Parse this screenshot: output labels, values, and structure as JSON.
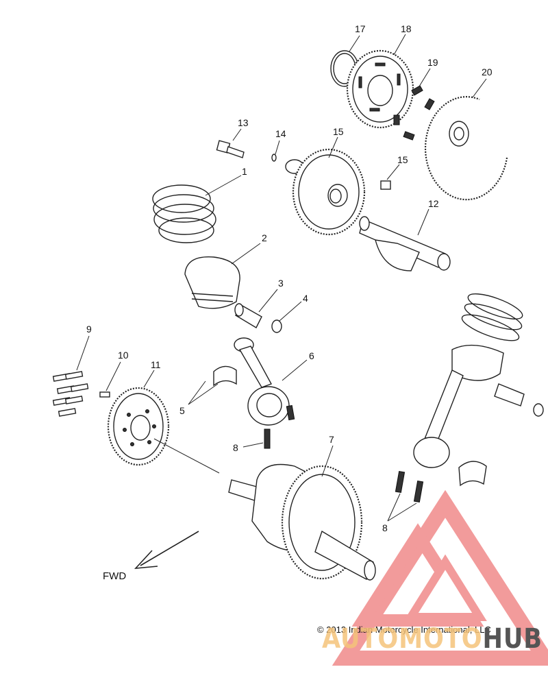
{
  "callouts": {
    "c1": "1",
    "c2": "2",
    "c3": "3",
    "c4": "4",
    "c5": "5",
    "c6": "6",
    "c7": "7",
    "c8a": "8",
    "c8b": "8",
    "c9": "9",
    "c10": "10",
    "c11": "11",
    "c12": "12",
    "c13": "13",
    "c14": "14",
    "c15": "15",
    "c16": "15",
    "c17": "17",
    "c18": "18",
    "c19": "19",
    "c20": "20"
  },
  "direction_label": "FWD",
  "copyright": "© 2013 Indian Motorcycle International, LLC",
  "watermark": {
    "part1": "AUTOMOTO",
    "part2": "HUB",
    "color_primary": "#f08a8a",
    "color_accent": "#f5c37a",
    "color_dark": "#555555"
  }
}
